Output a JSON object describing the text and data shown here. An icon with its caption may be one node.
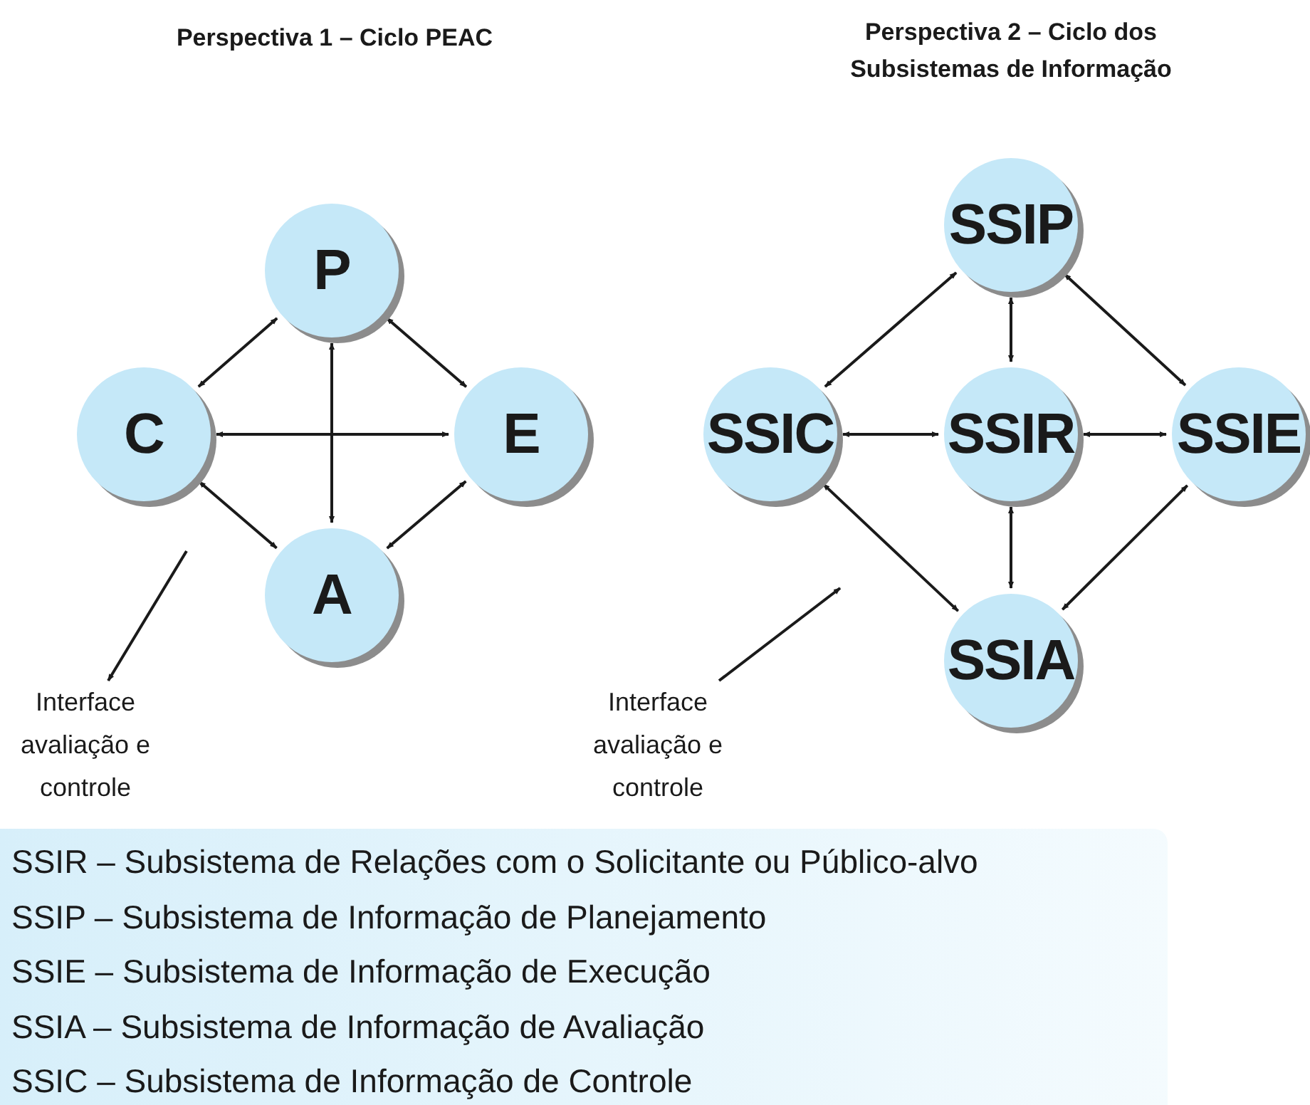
{
  "diagram": {
    "nodes": [
      {
        "text": [
          "P"
        ]
      },
      {
        "text": [
          "C"
        ]
      },
      {
        "text": [
          "E"
        ]
      },
      {
        "text": [
          "A"
        ]
      },
      {
        "text": [
          "Interface avaliação e controle"
        ]
      },
      {
        "text": [
          "SSIP"
        ]
      },
      {
        "text": [
          "SSIC"
        ]
      },
      {
        "text": [
          "SSIR"
        ]
      },
      {
        "text": [
          "SSIE"
        ]
      },
      {
        "text": [
          "SSIA"
        ]
      },
      {
        "text": [
          "Interface avaliação e controle"
        ]
      }
    ],
    "edges": [
      {
        "from": 0,
        "to": 1,
        "arrow": "both"
      },
      {
        "from": 0,
        "to": 2,
        "arrow": "both"
      },
      {
        "from": 1,
        "to": 2,
        "arrow": "both"
      },
      {
        "from": 0,
        "to": 3,
        "arrow": "both"
      },
      {
        "from": 1,
        "to": 3,
        "arrow": "both"
      },
      {
        "from": 2,
        "to": 3,
        "arrow": "both"
      },
      {
        "from": null,
        "to": 4,
        "arrow": "to"
      },
      {
        "from": 5,
        "to": 6,
        "arrow": "both"
      },
      {
        "from": 5,
        "to": 7,
        "arrow": "both"
      },
      {
        "from": 5,
        "to": 8,
        "arrow": "both"
      },
      {
        "from": 6,
        "to": 7,
        "arrow": "both"
      },
      {
        "from": 7,
        "to": 8,
        "arrow": "both"
      },
      {
        "from": 7,
        "to": 9,
        "arrow": "both"
      },
      {
        "from": 6,
        "to": 9,
        "arrow": "both"
      },
      {
        "from": 8,
        "to": 9,
        "arrow": "both"
      },
      {
        "from": 10,
        "to": null,
        "arrow": "to"
      }
    ],
    "labels": [
      "Perspectiva 1 – Ciclo PEAC",
      "Perspectiva 2 – Ciclo dos Subsistemas de Informação",
      "SSIR – Subsistema de Relações com o Solicitante ou Público-alvo",
      "SSIP – Subsistema de Informação de Planejamento",
      "SSIE – Subsistema de Informação de Execução",
      "SSIA – Subsistema de Informação de Avaliação",
      "SSIC – Subsistema de Informação de Controle"
    ]
  }
}
